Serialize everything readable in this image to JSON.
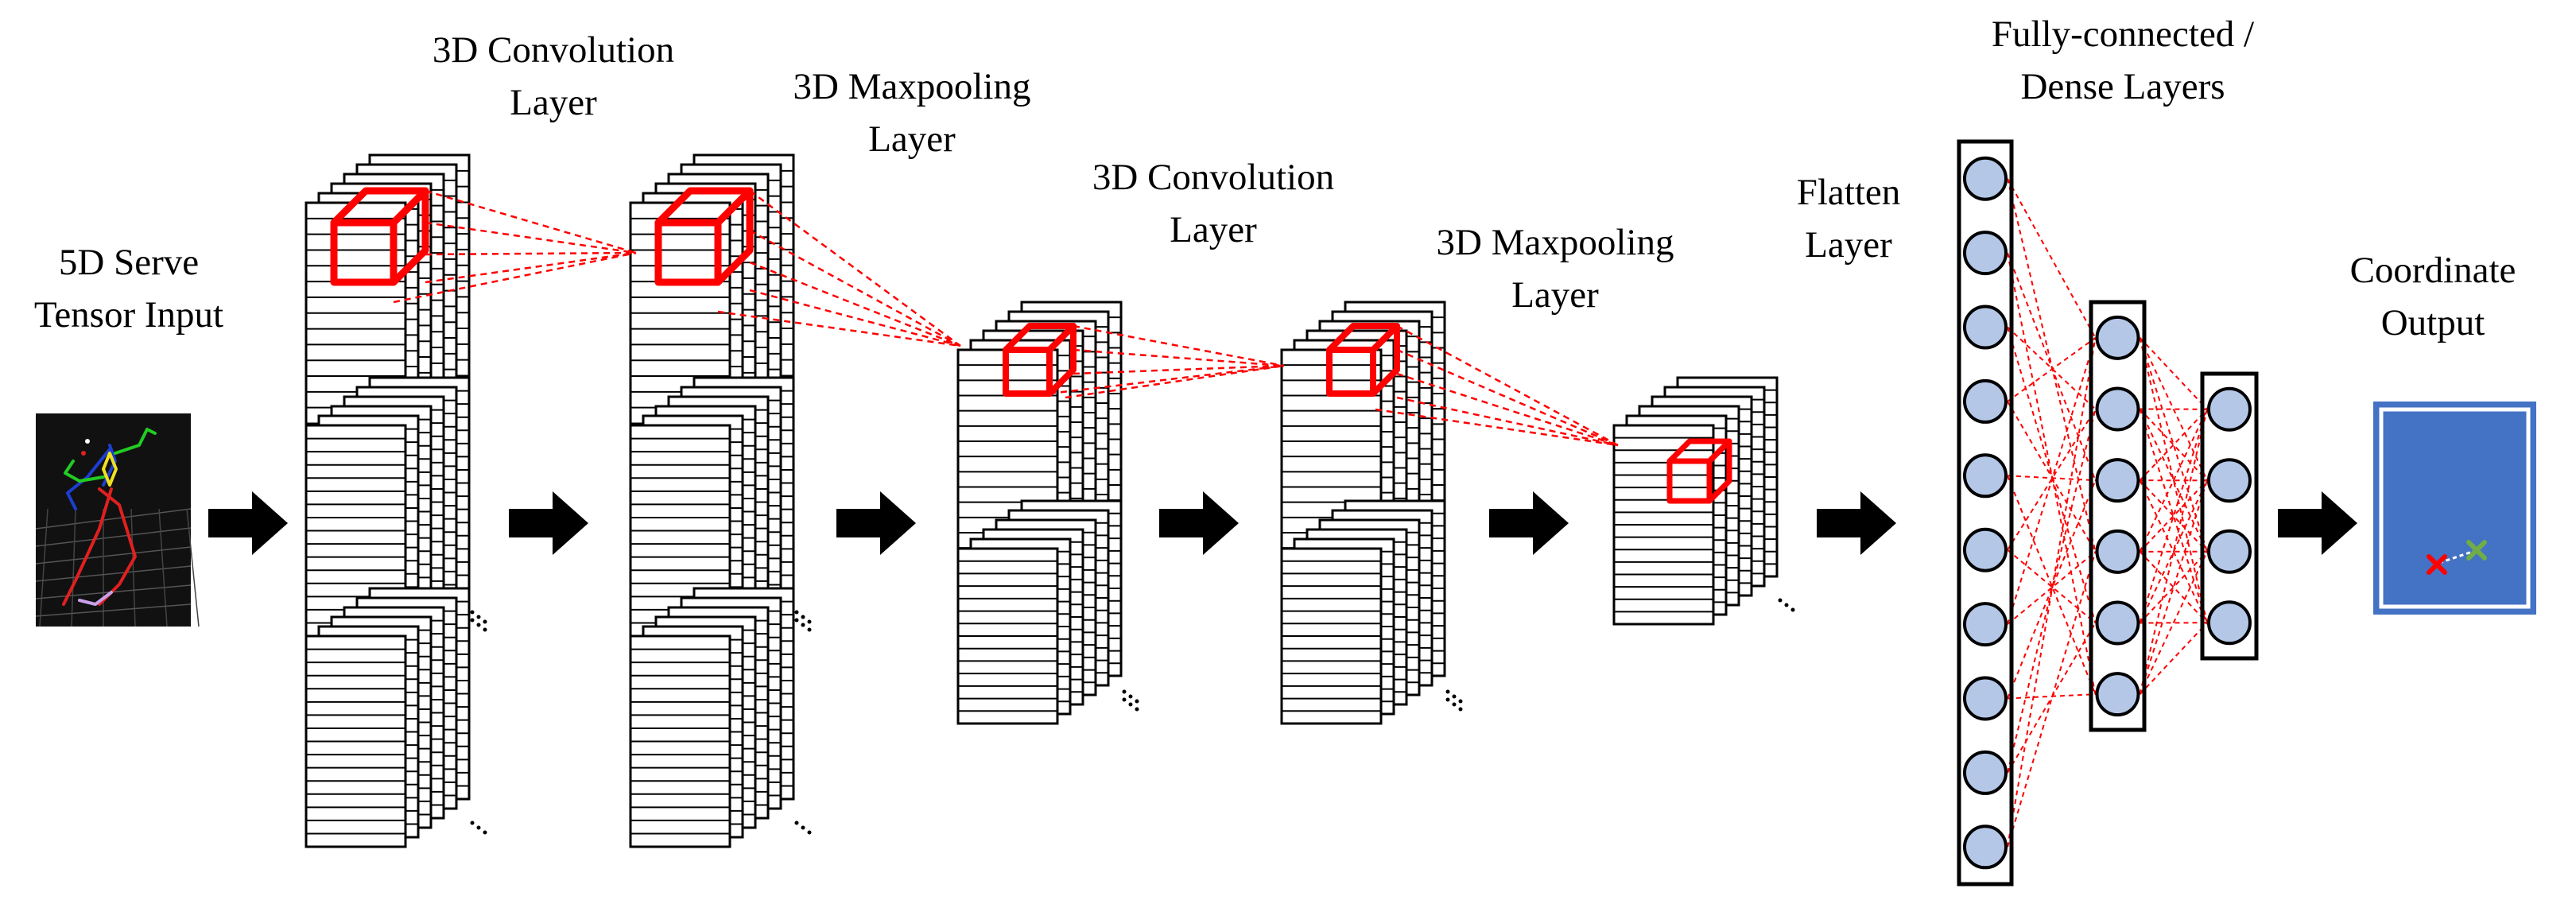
{
  "labels": {
    "input": [
      "5D Serve",
      "Tensor Input"
    ],
    "conv1": [
      "3D Convolution",
      "Layer"
    ],
    "pool1": [
      "3D Maxpooling",
      "Layer"
    ],
    "conv2": [
      "3D Convolution",
      "Layer"
    ],
    "pool2": [
      "3D Maxpooling",
      "Layer"
    ],
    "flatten": [
      "Flatten",
      "Layer"
    ],
    "dense": [
      "Fully-connected /",
      "Dense Layers"
    ],
    "output": [
      "Coordinate",
      "Output"
    ]
  },
  "dense_layers": [
    {
      "neurons": 10
    },
    {
      "neurons": 6
    },
    {
      "neurons": 4
    }
  ],
  "colors": {
    "kernel": "#ff0000",
    "connection": "#ff0000",
    "neuron_fill": "#b4c7e7",
    "output_fill": "#4472c4",
    "arrow": "#000000",
    "pose_background": "#111111",
    "predicted_marker": "#ff0000",
    "target_marker": "#70ad47"
  },
  "icons": {
    "arrow": "right-arrow-icon",
    "predicted_marker": "cross-icon",
    "target_marker": "cross-icon"
  }
}
